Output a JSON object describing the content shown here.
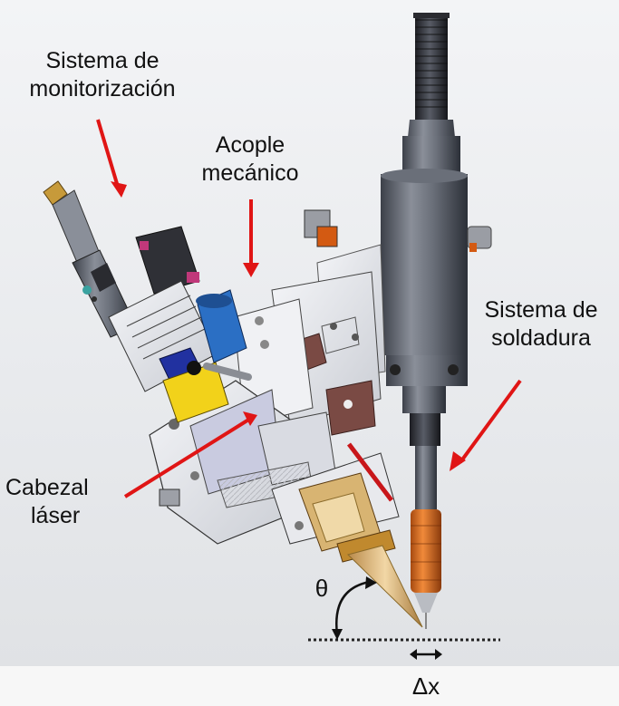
{
  "labels": {
    "monitoring_line1": "Sistema de",
    "monitoring_line2": "monitorización",
    "coupling_line1": "Acople",
    "coupling_line2": "mecánico",
    "welding_line1": "Sistema de",
    "welding_line2": "soldadura",
    "laser_line1": "Cabezal",
    "laser_line2": "láser",
    "angle_symbol": "θ",
    "offset_symbol": "Δx"
  },
  "colors": {
    "arrow": "#e01515",
    "torch_nozzle": "#e07a2c",
    "laser_cone": "#d9b27a",
    "clamp_brown": "#7a4a44",
    "camera_blue": "#2b6fc4",
    "camera_yellow": "#f2d21a"
  },
  "icons": [
    "laser-cone",
    "welding-torch",
    "camera",
    "angle-arc",
    "double-arrow"
  ]
}
